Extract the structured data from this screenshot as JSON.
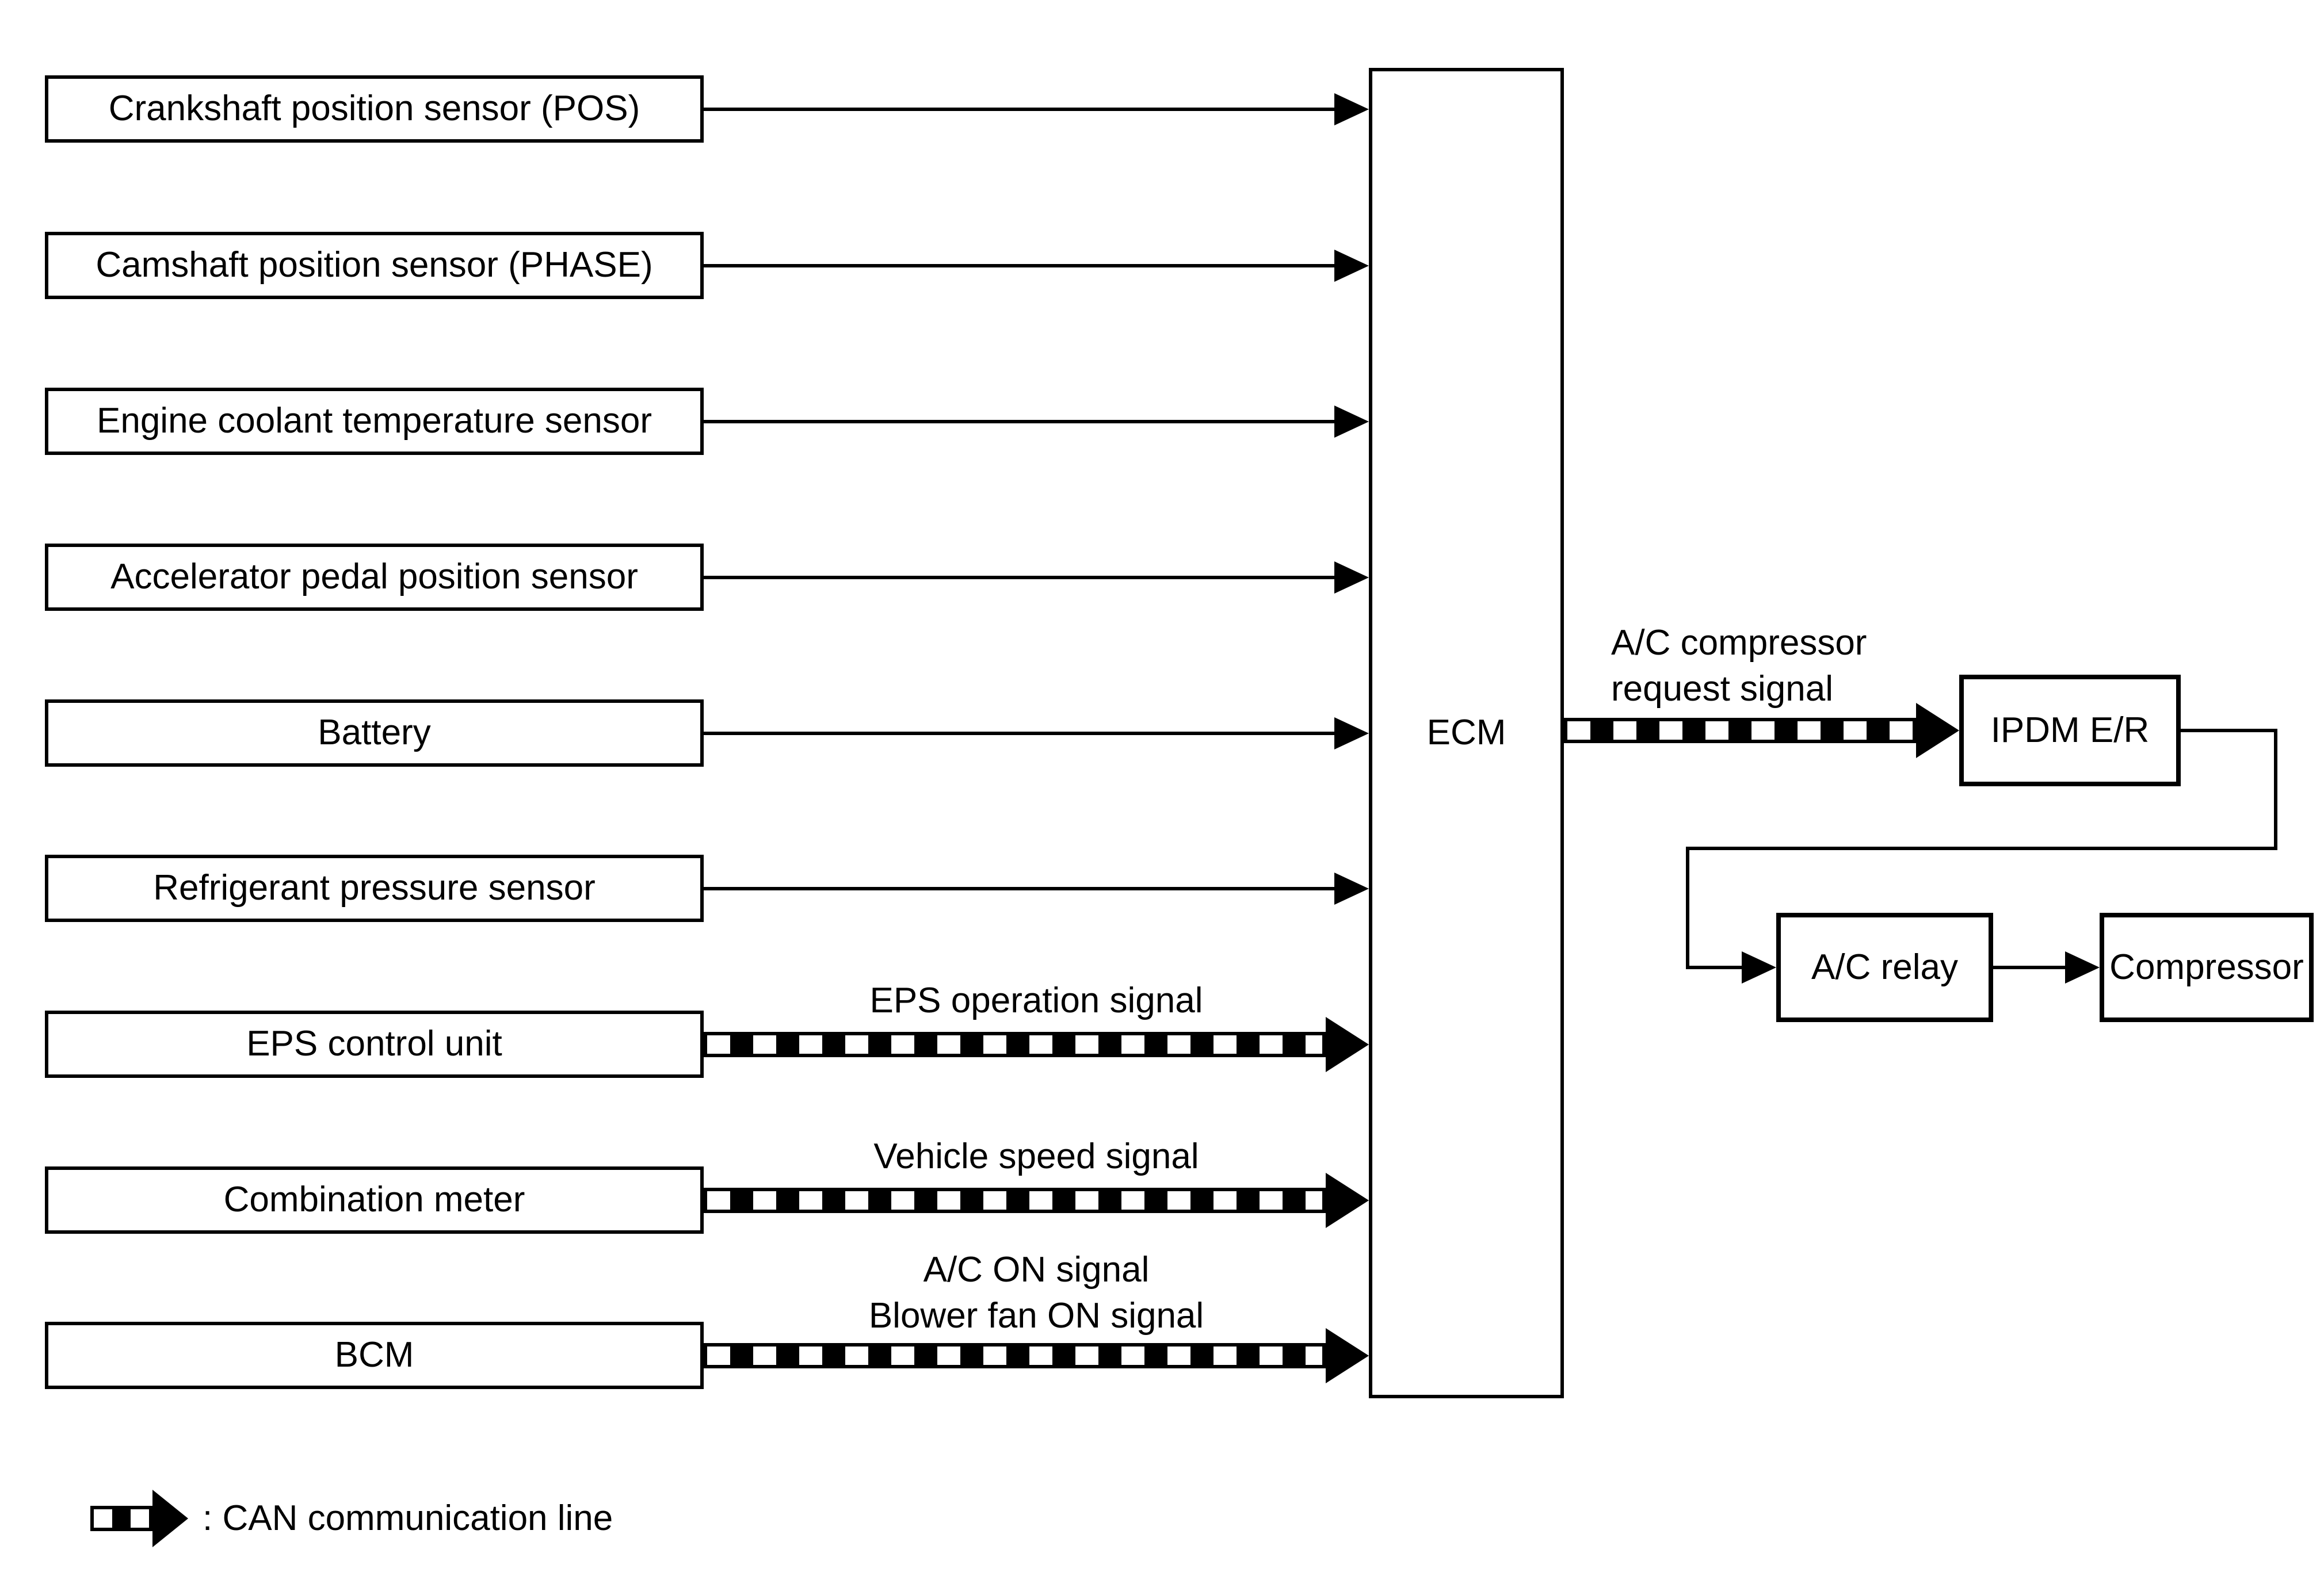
{
  "inputs": [
    {
      "label": "Crankshaft position sensor (POS)",
      "connection": "direct"
    },
    {
      "label": "Camshaft position sensor (PHASE)",
      "connection": "direct"
    },
    {
      "label": "Engine coolant temperature sensor",
      "connection": "direct"
    },
    {
      "label": "Accelerator pedal position sensor",
      "connection": "direct"
    },
    {
      "label": "Battery",
      "connection": "direct"
    },
    {
      "label": "Refrigerant pressure sensor",
      "connection": "direct"
    },
    {
      "label": "EPS control unit",
      "connection": "can",
      "signal": "EPS operation signal"
    },
    {
      "label": "Combination meter",
      "connection": "can",
      "signal": "Vehicle speed signal"
    },
    {
      "label": "BCM",
      "connection": "can",
      "signal": "A/C ON signal / Blower fan ON signal"
    }
  ],
  "signals": {
    "eps_operation": "EPS operation signal",
    "vehicle_speed": "Vehicle speed signal",
    "ac_on": "A/C ON signal",
    "blower_fan_on": "Blower fan ON signal",
    "compressor_request_line1": "A/C compressor",
    "compressor_request_line2": "request signal"
  },
  "nodes": {
    "ecm": "ECM",
    "ipdm": "IPDM E/R",
    "relay": "A/C relay",
    "compressor": "Compressor"
  },
  "legend": {
    "icon": "can-arrow-icon",
    "text": ": CAN communication line"
  },
  "colors": {
    "line": "#000000",
    "background": "#ffffff"
  }
}
